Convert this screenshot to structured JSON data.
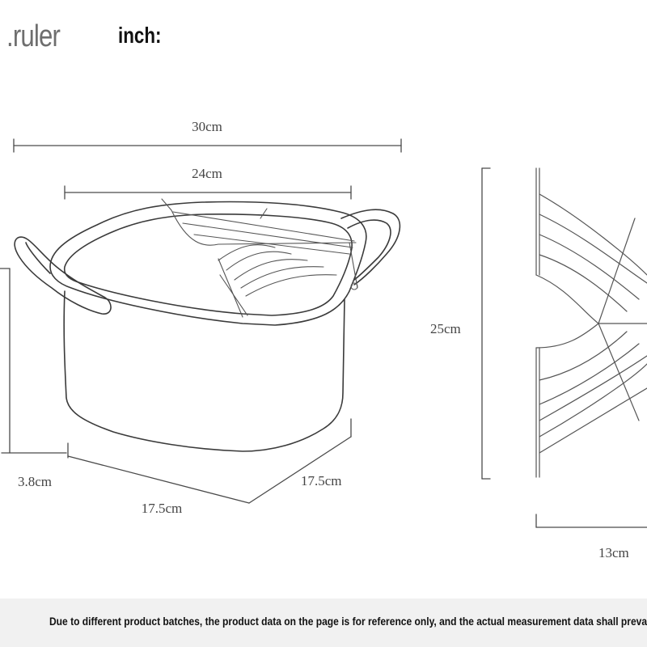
{
  "header": {
    "ruler_label": ".ruler",
    "inch_label": "inch:"
  },
  "dimensions": {
    "overall_width": "30cm",
    "pot_width": "24cm",
    "height_left": "3.8cm",
    "base_front": "17.5cm",
    "base_side": "17.5cm",
    "rack_height": "25cm",
    "rack_depth": "13cm"
  },
  "footer": {
    "note": "Due to different product batches, the product data on the page is for reference only, and the actual measurement data shall prevail."
  }
}
